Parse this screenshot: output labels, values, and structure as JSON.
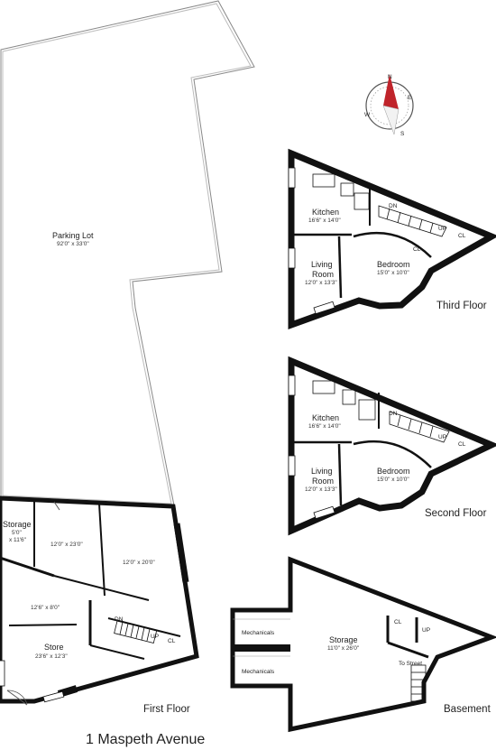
{
  "title": "1 Maspeth Avenue",
  "compass": {
    "n": "N",
    "e": "E",
    "s": "S",
    "w": "W",
    "accent": "#c0242b"
  },
  "parking": {
    "name": "Parking Lot",
    "dim": "92'0\" x 33'0\""
  },
  "first_floor": {
    "label": "First Floor",
    "storage_name": "Storage",
    "storage_dim1": "5'0\"",
    "storage_dim2": "x 11'6\"",
    "room_a_dim": "12'0\" x 23'0\"",
    "room_b_dim": "12'0\" x 20'0\"",
    "room_c_dim": "12'6\" x 8'0\"",
    "store_name": "Store",
    "store_dim": "23'6\" x 12'3\"",
    "dn": "DN",
    "up": "UP",
    "cl": "CL"
  },
  "third_floor": {
    "label": "Third Floor",
    "kitchen": "Kitchen",
    "kitchen_dim": "16'6\" x 14'0\"",
    "living1": "Living",
    "living2": "Room",
    "living_dim": "12'0\" x 13'3\"",
    "bedroom": "Bedroom",
    "bedroom_dim": "15'0\" x 10'0\"",
    "dn": "DN",
    "up": "UP",
    "cl": "CL"
  },
  "second_floor": {
    "label": "Second Floor",
    "kitchen": "Kitchen",
    "kitchen_dim": "16'6\" x 14'0\"",
    "living1": "Living",
    "living2": "Room",
    "living_dim": "12'0\" x 13'3\"",
    "bedroom": "Bedroom",
    "bedroom_dim": "15'0\" x 10'0\"",
    "dn": "DN",
    "up": "UP",
    "cl": "CL"
  },
  "basement": {
    "label": "Basement",
    "mech1": "Mechanicals",
    "mech2": "Mechanicals",
    "storage_name": "Storage",
    "storage_dim": "11'0\" x 26'0\"",
    "cl": "CL",
    "up": "UP",
    "to_street": "To Street"
  }
}
